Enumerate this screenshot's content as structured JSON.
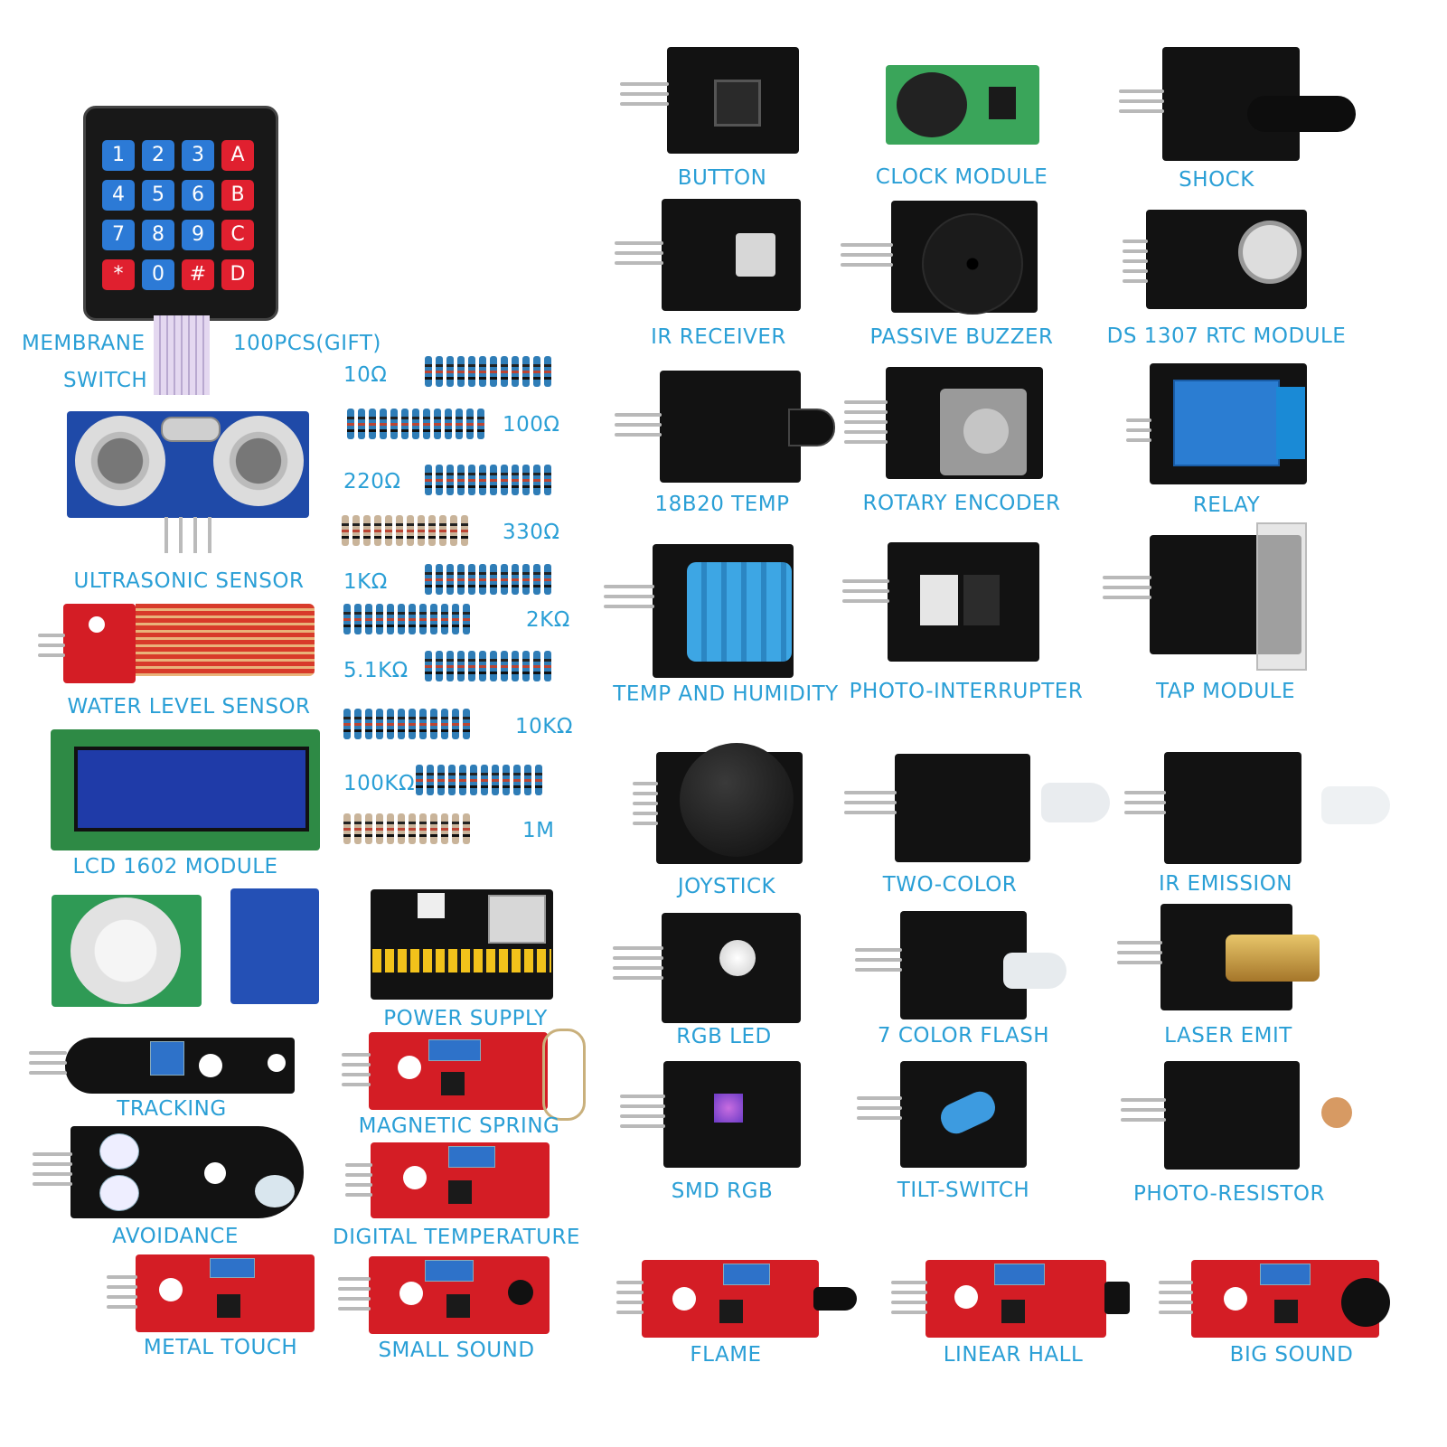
{
  "labels": {
    "membrane_switch_line1": "MEMBRANE",
    "membrane_switch_line2": "SWITCH",
    "resistors_gift": "100PCS(GIFT)",
    "ultrasonic": "ULTRASONIC SENSOR",
    "water_level": "WATER LEVEL SENSOR",
    "lcd": "LCD 1602 MODULE",
    "power_supply": "POWER SUPPLY",
    "tracking": "TRACKING",
    "magnetic_spring": "MAGNETIC SPRING",
    "avoidance": "AVOIDANCE",
    "digital_temperature": "DIGITAL TEMPERATURE",
    "metal_touch": "METAL TOUCH",
    "small_sound": "SMALL SOUND",
    "button": "BUTTON",
    "clock_module": "CLOCK MODULE",
    "shock": "SHOCK",
    "ir_receiver": "IR RECEIVER",
    "passive_buzzer": "PASSIVE BUZZER",
    "ds1307": "DS 1307 RTC MODULE",
    "temp_18b20": "18B20 TEMP",
    "rotary_encoder": "ROTARY ENCODER",
    "relay": "RELAY",
    "temp_humidity": "TEMP AND HUMIDITY",
    "photo_interrupter": "PHOTO-INTERRUPTER",
    "tap_module": "TAP MODULE",
    "joystick": "JOYSTICK",
    "two_color": "TWO-COLOR",
    "ir_emission": "IR EMISSION",
    "rgb_led": "RGB LED",
    "seven_color_flash": "7 COLOR FLASH",
    "laser_emit": "LASER EMIT",
    "smd_rgb": "SMD RGB",
    "tilt_switch": "TILT-SWITCH",
    "photo_resistor": "PHOTO-RESISTOR",
    "flame": "FLAME",
    "linear_hall": "LINEAR HALL",
    "big_sound": "BIG SOUND"
  },
  "resistor_values": [
    "10Ω",
    "100Ω",
    "220Ω",
    "330Ω",
    "1KΩ",
    "2KΩ",
    "5.1KΩ",
    "10KΩ",
    "100KΩ",
    "1M"
  ],
  "keypad_keys": [
    "1",
    "2",
    "3",
    "A",
    "4",
    "5",
    "6",
    "B",
    "7",
    "8",
    "9",
    "C",
    "*",
    "0",
    "#",
    "D"
  ],
  "colors": {
    "label_text": "#2a9fd6",
    "board_black": "#121212",
    "board_red": "#d41d25",
    "board_blue": "#1f4aa8"
  }
}
